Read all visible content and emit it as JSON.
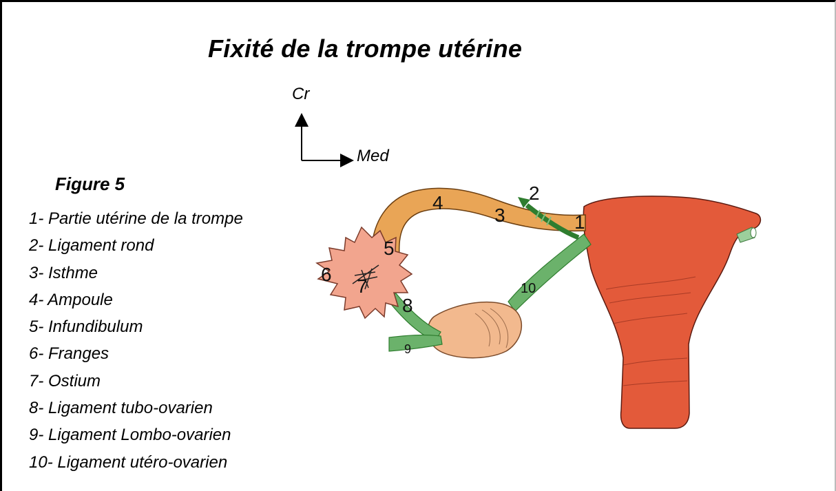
{
  "title": "Fixité de la trompe utérine",
  "orientation": {
    "cranial": "Cr",
    "medial": "Med"
  },
  "figure_label": "Figure 5",
  "legend": [
    "1-  Partie utérine de la trompe",
    "2- Ligament rond",
    "3- Isthme",
    "4- Ampoule",
    "5- Infundibulum",
    "6- Franges",
    "7- Ostium",
    "8- Ligament tubo-ovarien",
    "9- Ligament  Lombo-ovarien",
    "10- Ligament utéro-ovarien"
  ],
  "markers": [
    "1",
    "2",
    "3",
    "4",
    "5",
    "6",
    "7",
    "8",
    "9",
    "10"
  ],
  "colors": {
    "uterus": "#E35A3A",
    "tube": "#E9A556",
    "fimbriae": "#F2A58E",
    "ovary": "#F2B98E",
    "ligament": "#6BB26B",
    "ligament_dark": "#2F7D2F"
  }
}
